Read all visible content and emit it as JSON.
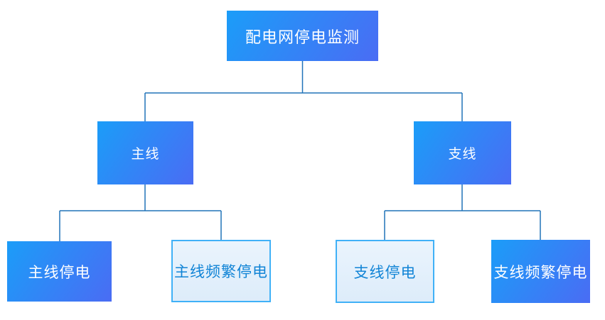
{
  "diagram_title": "配电网停电监测",
  "nodes": {
    "root": {
      "label": "配电网停电监测",
      "style": "filled"
    },
    "main_line": {
      "label": "主线",
      "style": "filled"
    },
    "branch_line": {
      "label": "支线",
      "style": "filled"
    },
    "main_outage": {
      "label": "主线停电",
      "style": "filled"
    },
    "main_frequent_outage": {
      "label": "主线频繁停电",
      "style": "light"
    },
    "branch_outage": {
      "label": "支线停电",
      "style": "light"
    },
    "branch_frequent_outage": {
      "label": "支线频繁停电",
      "style": "filled"
    }
  },
  "edges": [
    {
      "from": "root",
      "to": "main_line"
    },
    {
      "from": "root",
      "to": "branch_line"
    },
    {
      "from": "main_line",
      "to": "main_outage"
    },
    {
      "from": "main_line",
      "to": "main_frequent_outage"
    },
    {
      "from": "branch_line",
      "to": "branch_outage"
    },
    {
      "from": "branch_line",
      "to": "branch_frequent_outage"
    }
  ],
  "colors": {
    "fill-start": "#1b9df8",
    "fill-end": "#4a6cf4",
    "light-bg-start": "#eaf4fd",
    "light-bg-end": "#ddecfa",
    "light-border": "#40b1f7",
    "light-text": "#1184d6",
    "filled-text": "#ffffff",
    "line": "#2173b9",
    "page-bg": "#ffffff"
  }
}
